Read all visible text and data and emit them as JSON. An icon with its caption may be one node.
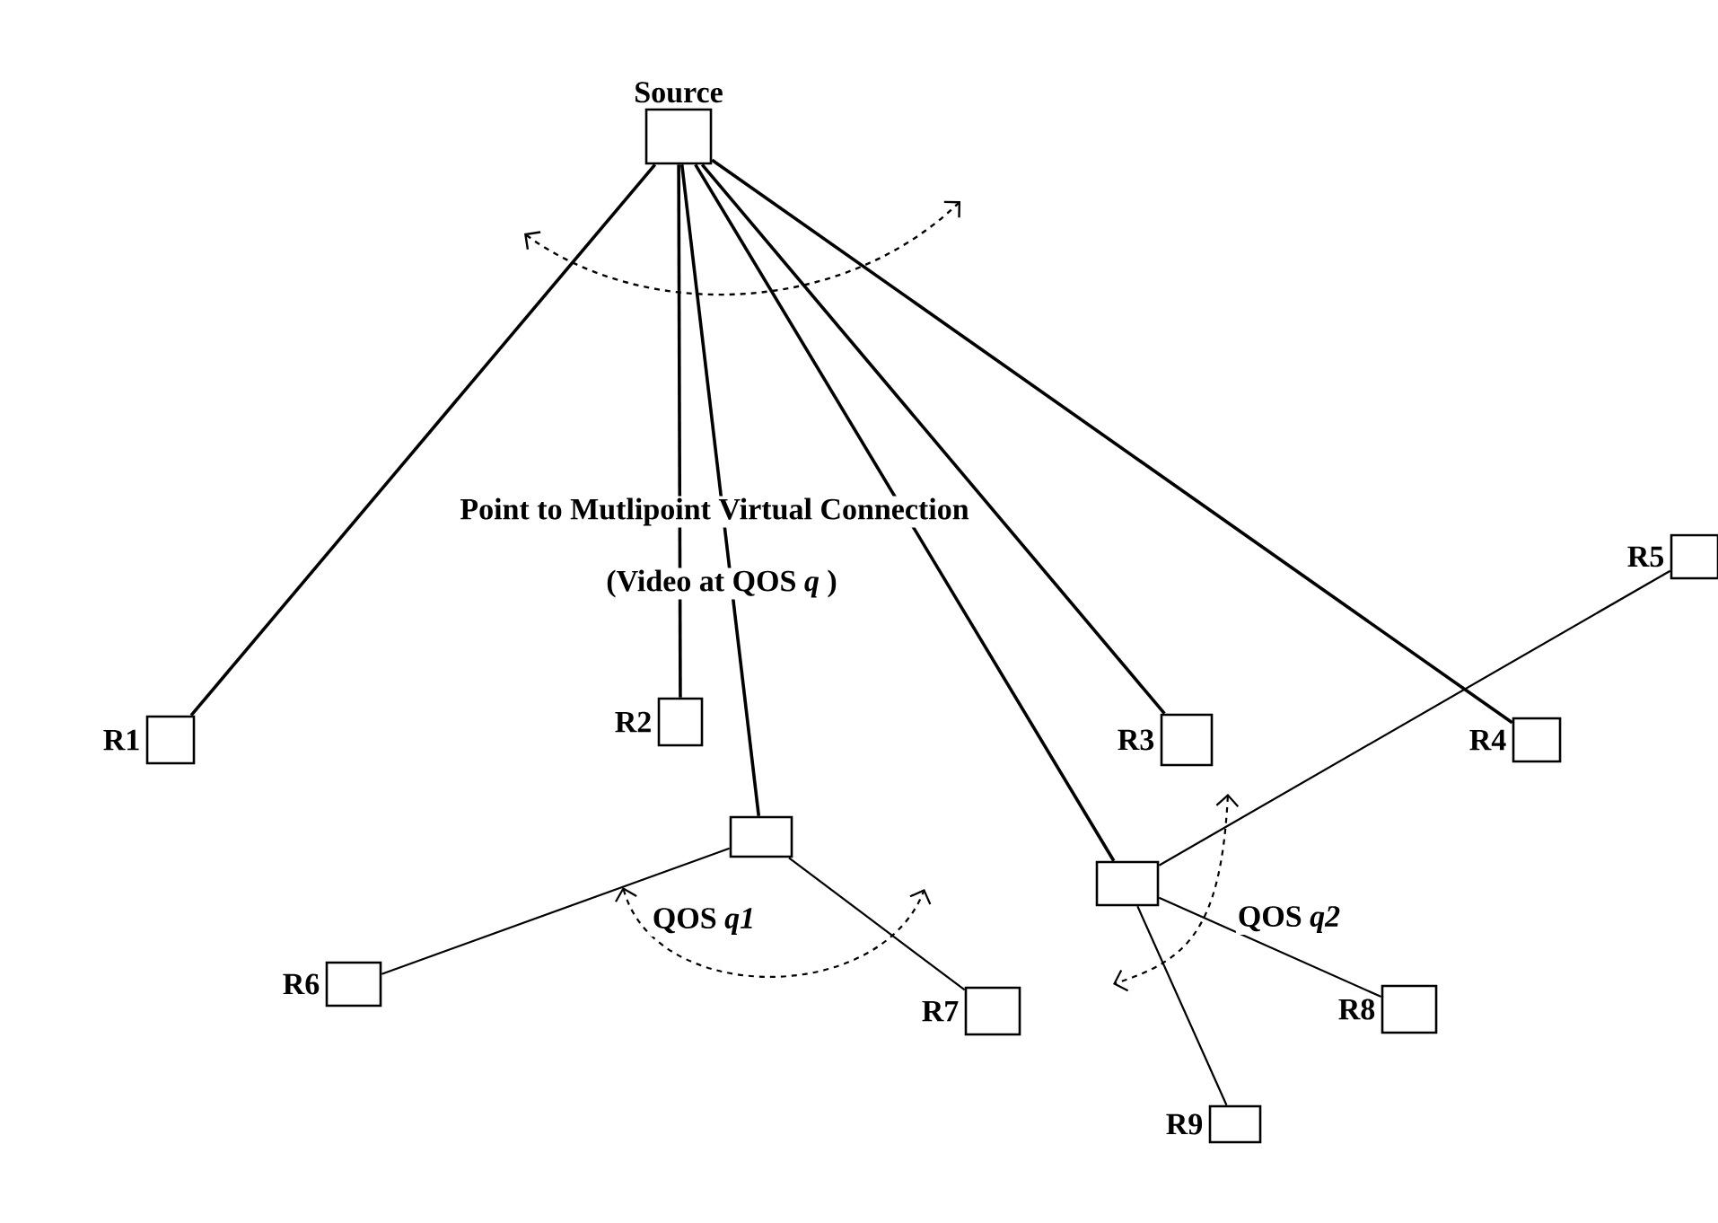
{
  "diagram": {
    "nodes": [
      {
        "text": [
          "Source"
        ]
      },
      {
        "text": [
          "R1"
        ]
      },
      {
        "text": [
          "R2"
        ]
      },
      {
        "text": [],
        "shape": "box"
      },
      {
        "text": [
          "R3"
        ]
      },
      {
        "text": [
          "R4"
        ]
      },
      {
        "text": [
          "R5"
        ]
      },
      {
        "text": [],
        "shape": "box"
      },
      {
        "text": [
          "R6"
        ]
      },
      {
        "text": [
          "R7"
        ]
      },
      {
        "text": [
          "R8"
        ]
      },
      {
        "text": [
          "R9"
        ]
      }
    ],
    "edges": [
      {
        "from": 0,
        "to": 1,
        "arrow": "none"
      },
      {
        "from": 0,
        "to": 2,
        "arrow": "none"
      },
      {
        "from": 0,
        "to": 3,
        "arrow": "none"
      },
      {
        "from": 0,
        "to": 4,
        "arrow": "none"
      },
      {
        "from": 0,
        "to": 7,
        "arrow": "none"
      },
      {
        "from": 0,
        "to": 5,
        "arrow": "none"
      },
      {
        "from": 3,
        "to": 8,
        "arrow": "none"
      },
      {
        "from": 3,
        "to": 9,
        "arrow": "none"
      },
      {
        "from": 7,
        "to": 6,
        "arrow": "none"
      },
      {
        "from": 7,
        "to": 10,
        "arrow": "none"
      },
      {
        "from": 7,
        "to": 11,
        "arrow": "none"
      }
    ],
    "labels": [
      "Point to Mutlipoint Virtual Connection",
      "(Video at QOS *q* )",
      "QOS *q1*",
      "QOS *q2*"
    ]
  }
}
